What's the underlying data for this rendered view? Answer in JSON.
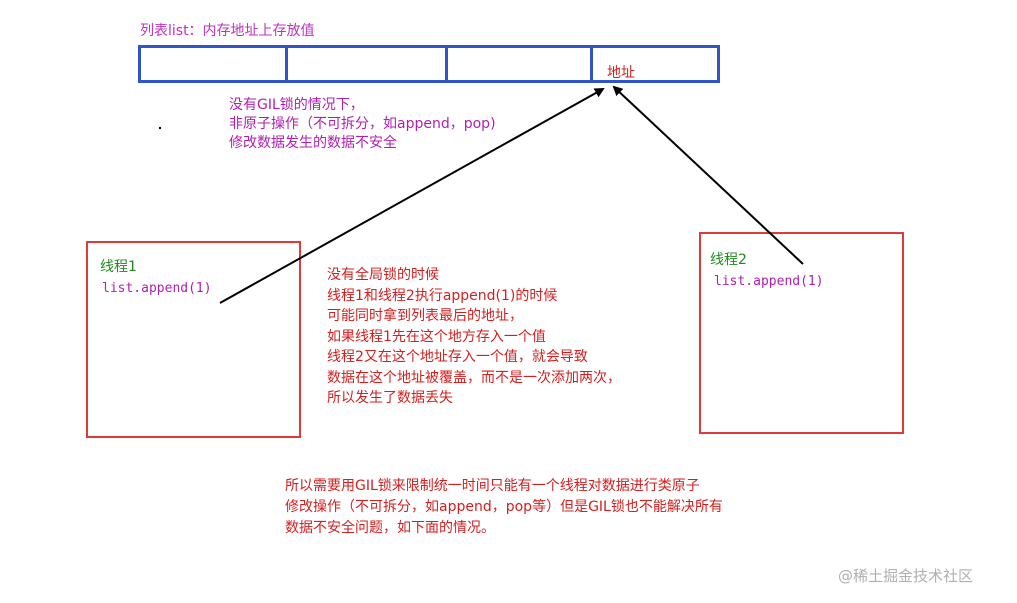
{
  "list": {
    "title": "列表list：内存地址上存放值",
    "address_label": "地址"
  },
  "note_top": [
    "没有GIL锁的情况下，",
    "非原子操作（不可拆分，如append，pop)",
    "修改数据发生的数据不安全"
  ],
  "thread1": {
    "title": "线程1",
    "code": "list.append(1)"
  },
  "thread2": {
    "title": "线程2",
    "code": "list.append(1)"
  },
  "note_middle": [
    "没有全局锁的时候",
    "线程1和线程2执行append(1)的时候",
    "可能同时拿到列表最后的地址，",
    "如果线程1先在这个地方存入一个值",
    "线程2又在这个地址存入一个值，就会导致",
    "数据在这个地址被覆盖，而不是一次添加两次，",
    "所以发生了数据丢失"
  ],
  "note_bottom": [
    "所以需要用GIL锁来限制统一时间只能有一个线程对数据进行类原子",
    "修改操作（不可拆分，如append，pop等）但是GIL锁也不能解决所有",
    "数据不安全问题，如下面的情况。"
  ],
  "watermark": "@稀土掘金技术社区",
  "colors": {
    "list_border": "#2f56c8",
    "thread_border": "#e03a3a",
    "purple_text": "#b020b0",
    "red_text": "#d22020",
    "green_text": "#1f8a1f"
  }
}
